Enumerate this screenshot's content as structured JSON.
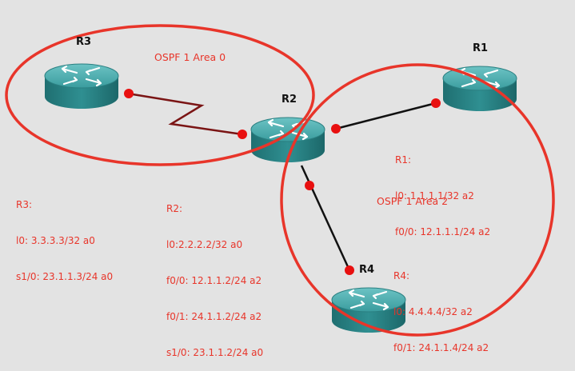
{
  "colors": {
    "background": "#e3e3e3",
    "area_ellipse": "#e8352a",
    "annotation_text": "#e8352a",
    "serial_link": "#7a1414",
    "ethernet_link": "#111111",
    "port_dot": "#e81010",
    "router_body": "#2f8f91"
  },
  "areas": {
    "area0": "OSPF 1 Area 0",
    "area2": "OSPF 1 Area 2"
  },
  "routers": {
    "r1": {
      "name": "R1",
      "icon": "router-icon",
      "lines": [
        "R1:",
        "l0: 1.1.1.1/32 a2",
        "f0/0: 12.1.1.1/24 a2"
      ]
    },
    "r2": {
      "name": "R2",
      "icon": "router-icon",
      "lines": [
        "R2:",
        "l0:2.2.2.2/32 a0",
        "f0/0: 12.1.1.2/24 a2",
        "f0/1: 24.1.1.2/24 a2",
        "s1/0: 23.1.1.2/24 a0"
      ]
    },
    "r3": {
      "name": "R3",
      "icon": "router-icon",
      "lines": [
        "R3:",
        "l0: 3.3.3.3/32 a0",
        "s1/0: 23.1.1.3/24 a0"
      ]
    },
    "r4": {
      "name": "R4",
      "icon": "router-icon",
      "lines": [
        "R4:",
        "l0: 4.4.4.4/32 a2",
        "f0/1: 24.1.1.4/24 a2"
      ]
    }
  },
  "links": [
    {
      "from": "R3",
      "to": "R2",
      "type": "serial"
    },
    {
      "from": "R2",
      "to": "R1",
      "type": "ethernet"
    },
    {
      "from": "R2",
      "to": "R4",
      "type": "ethernet"
    }
  ]
}
